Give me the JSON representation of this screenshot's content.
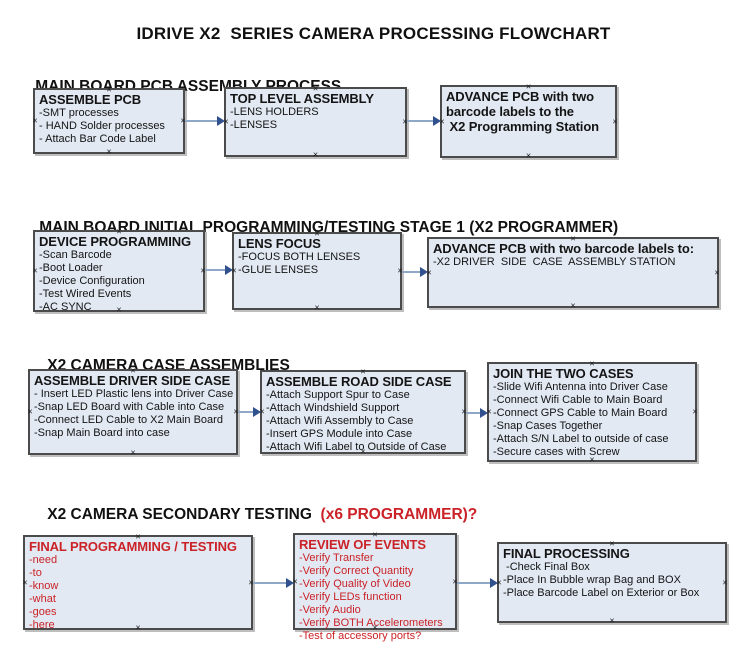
{
  "title": "IDRIVE X2  SERIES CAMERA PROCESSING FLOWCHART",
  "icons": {
    "connection_point": "×",
    "arrowhead": "right-arrowhead"
  },
  "colors": {
    "box_fill": "#e2e9f3",
    "box_border": "#4b4b4b",
    "black_text": "#141414",
    "red_text": "#cb2227",
    "connector_line": "#8fa8c8",
    "connector_arrowhead": "#31518e"
  },
  "sections": [
    {
      "heading": "MAIN BOARD PCB ASSEMBLY PROCESS",
      "heading_suffix": "",
      "boxes": [
        {
          "title": "ASSEMBLE PCB",
          "lines": [
            "-SMT processes",
            "- HAND Solder processes",
            "- Attach Bar Code Label"
          ]
        },
        {
          "title": "TOP LEVEL ASSEMBLY",
          "lines": [
            "-LENS HOLDERS",
            "-LENSES"
          ]
        },
        {
          "title": "ADVANCE PCB with two\nbarcode labels to the\n X2 Programming Station",
          "lines": []
        }
      ]
    },
    {
      "heading": "MAIN BOARD INITIAL PROGRAMMING/TESTING STAGE 1 (X2 PROGRAMMER)",
      "heading_suffix": "",
      "boxes": [
        {
          "title": "DEVICE PROGRAMMING",
          "lines": [
            "-Scan Barcode",
            "-Boot Loader",
            "-Device Configuration",
            "-Test Wired Events",
            "-AC SYNC"
          ]
        },
        {
          "title": "LENS FOCUS",
          "lines": [
            "-FOCUS BOTH LENSES",
            "-GLUE LENSES"
          ]
        },
        {
          "title": "ADVANCE PCB with two barcode labels to:",
          "lines": [
            "-X2 DRIVER  SIDE  CASE  ASSEMBLY STATION"
          ]
        }
      ]
    },
    {
      "heading": "X2 CAMERA CASE ASSEMBLIES",
      "heading_suffix": "",
      "boxes": [
        {
          "title": "ASSEMBLE DRIVER SIDE CASE",
          "lines": [
            "- Insert LED Plastic lens into Driver Case",
            "-Snap LED Board with Cable into Case",
            "-Connect LED Cable to X2 Main Board",
            "-Snap Main Board into case"
          ]
        },
        {
          "title": "ASSEMBLE ROAD SIDE CASE",
          "lines": [
            "-Attach Support Spur to Case",
            "-Attach Windshield Support",
            "-Attach Wifi Assembly to Case",
            "-Insert GPS Module into Case",
            "-Attach Wifi Label to Outside of Case"
          ]
        },
        {
          "title": "JOIN THE TWO CASES",
          "lines": [
            "-Slide Wifi Antenna into Driver Case",
            "-Connect Wifi Cable to Main Board",
            "-Connect GPS Cable to Main Board",
            "-Snap Cases Together",
            "-Attach S/N Label to outside of case",
            "-Secure cases with Screw"
          ]
        }
      ]
    },
    {
      "heading": "X2 CAMERA SECONDARY TESTING ",
      "heading_suffix": " (x6 PROGRAMMER)?",
      "boxes": [
        {
          "title": "FINAL PROGRAMMING / TESTING",
          "lines": [
            "-need",
            "-to",
            "-know",
            "-what",
            "-goes",
            "-here"
          ]
        },
        {
          "title": "REVIEW OF EVENTS",
          "lines": [
            "-Verify Transfer",
            "-Verify Correct Quantity",
            "-Verify Quality of Video",
            "-Verify LEDs function",
            "-Verify Audio",
            "-Verify BOTH Accelerometers",
            "-Test of accessory ports?"
          ]
        },
        {
          "title": "FINAL PROCESSING",
          "lines": [
            " -Check Final Box",
            "-Place In Bubble wrap Bag and BOX",
            "-Place Barcode Label on Exterior or Box"
          ]
        }
      ]
    }
  ]
}
